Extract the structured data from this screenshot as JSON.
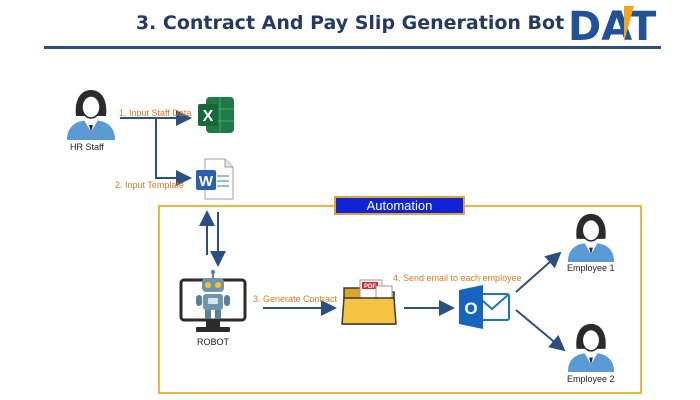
{
  "header": {
    "title": "3. Contract And Pay Slip Generation Bot",
    "logo_text": "DAT"
  },
  "automation": {
    "title": "Automation"
  },
  "actors": {
    "hr_staff": "HR Staff",
    "robot": "ROBOT",
    "employee_1": "Employee 1",
    "employee_2": "Employee 2"
  },
  "steps": {
    "step1": "1. Input Staff Data",
    "step2": "2. Input Template",
    "step3": "3. Generate Contract",
    "step4": "4. Send email to each employee"
  },
  "icons": {
    "excel_letter": "X",
    "word_letter": "W",
    "outlook_letter": "O",
    "pdf_label": "PDF"
  },
  "colors": {
    "accent": "#1f5296",
    "step_label": "#e07b20",
    "automation_border": "#f0b63a",
    "automation_title_bg": "#1023d6",
    "arrow": "#2c4f82"
  }
}
